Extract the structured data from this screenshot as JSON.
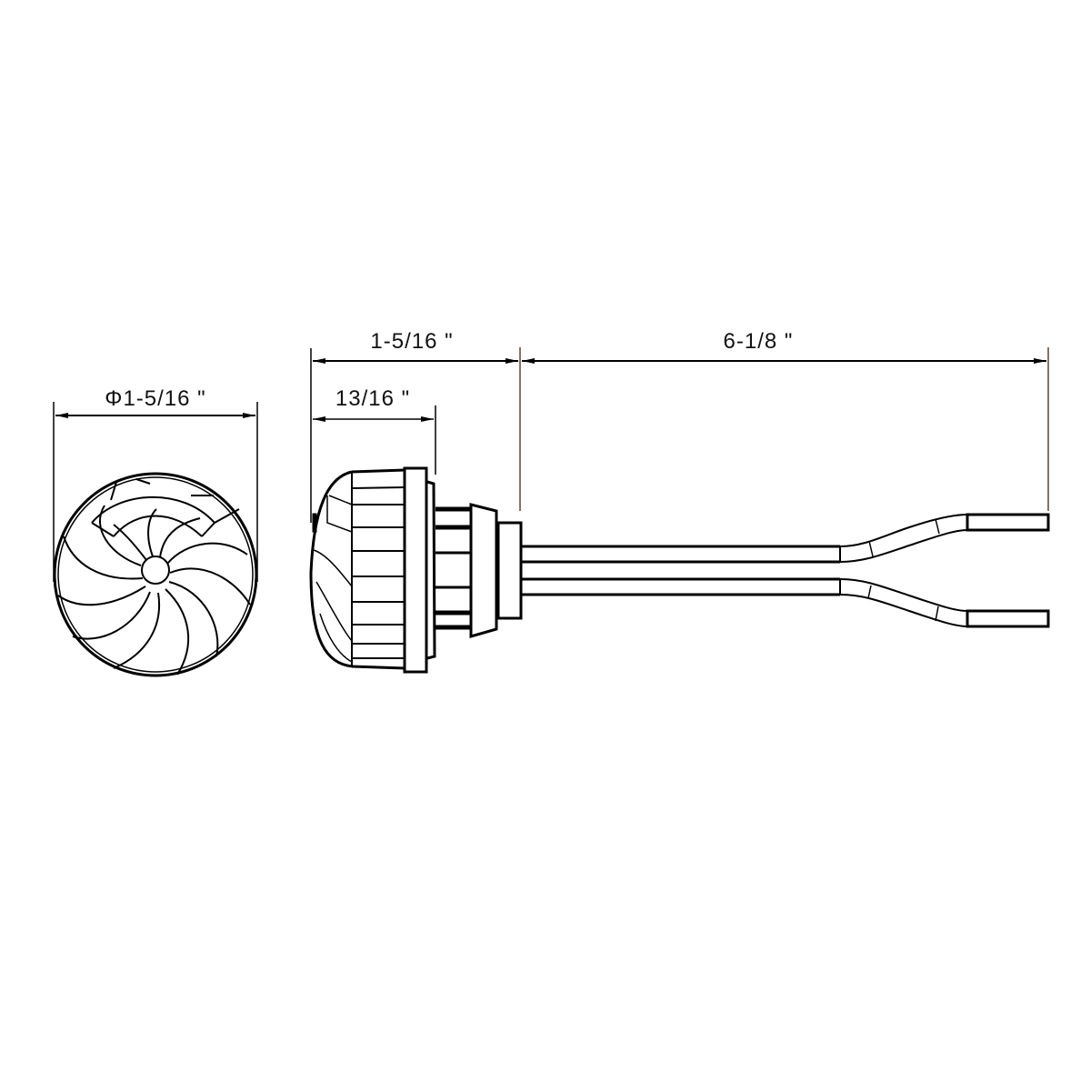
{
  "diagram": {
    "type": "technical-dimension-drawing",
    "subject": "round marker light with two-wire pigtail",
    "views": [
      {
        "name": "front-view",
        "dimension_label": "Φ1-5/16 \""
      },
      {
        "name": "side-view",
        "dimension_labels": [
          "1-5/16 \"",
          "13/16 \"",
          "6-1/8 \""
        ]
      }
    ]
  },
  "dimensions": {
    "diameter": "Φ1-5/16 \"",
    "overall_body_length": "1-5/16 \"",
    "lens_depth": "13/16 \"",
    "wire_length": "6-1/8 \""
  },
  "colors": {
    "line": "#000000",
    "extension_line_brown": "#5a4530",
    "background": "#ffffff"
  }
}
